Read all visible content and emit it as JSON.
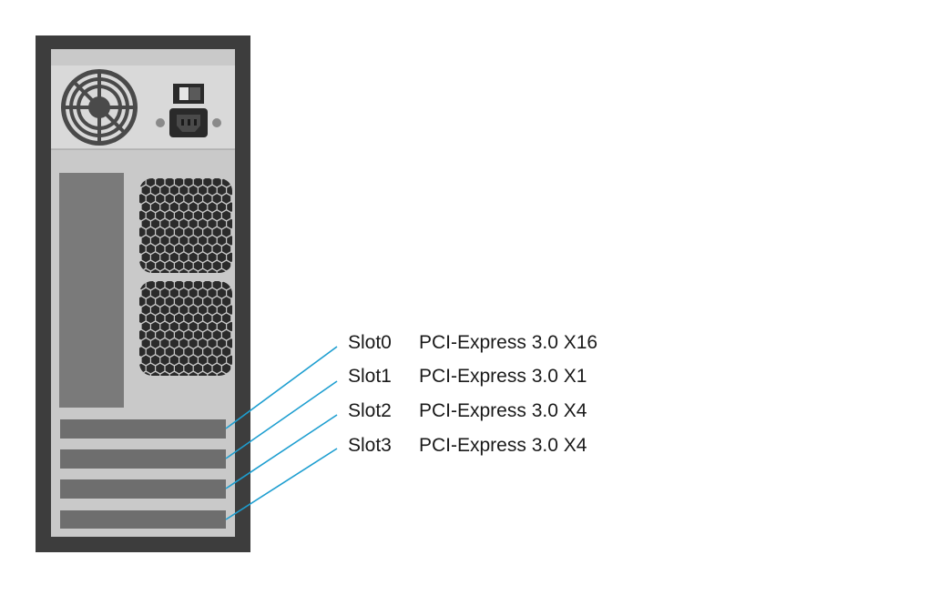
{
  "diagram": {
    "colors": {
      "case_frame": "#3d3d3d",
      "panel": "#c9c9c9",
      "psu_panel": "#d9d9d9",
      "dark_block": "#7a7a7a",
      "slot_cover": "#6e6e6e",
      "leader_line": "#1d9ed0",
      "hex_hole": "#2b2b2b"
    },
    "icons": [
      "fan-icon",
      "power-switch-icon",
      "power-inlet-icon",
      "vent-grille-icon"
    ],
    "slots": [
      {
        "id": "Slot0",
        "spec": "PCI-Express 3.0 X16"
      },
      {
        "id": "Slot1",
        "spec": "PCI-Express 3.0 X1"
      },
      {
        "id": "Slot2",
        "spec": "PCI-Express 3.0 X4"
      },
      {
        "id": "Slot3",
        "spec": "PCI-Express 3.0 X4"
      }
    ]
  }
}
